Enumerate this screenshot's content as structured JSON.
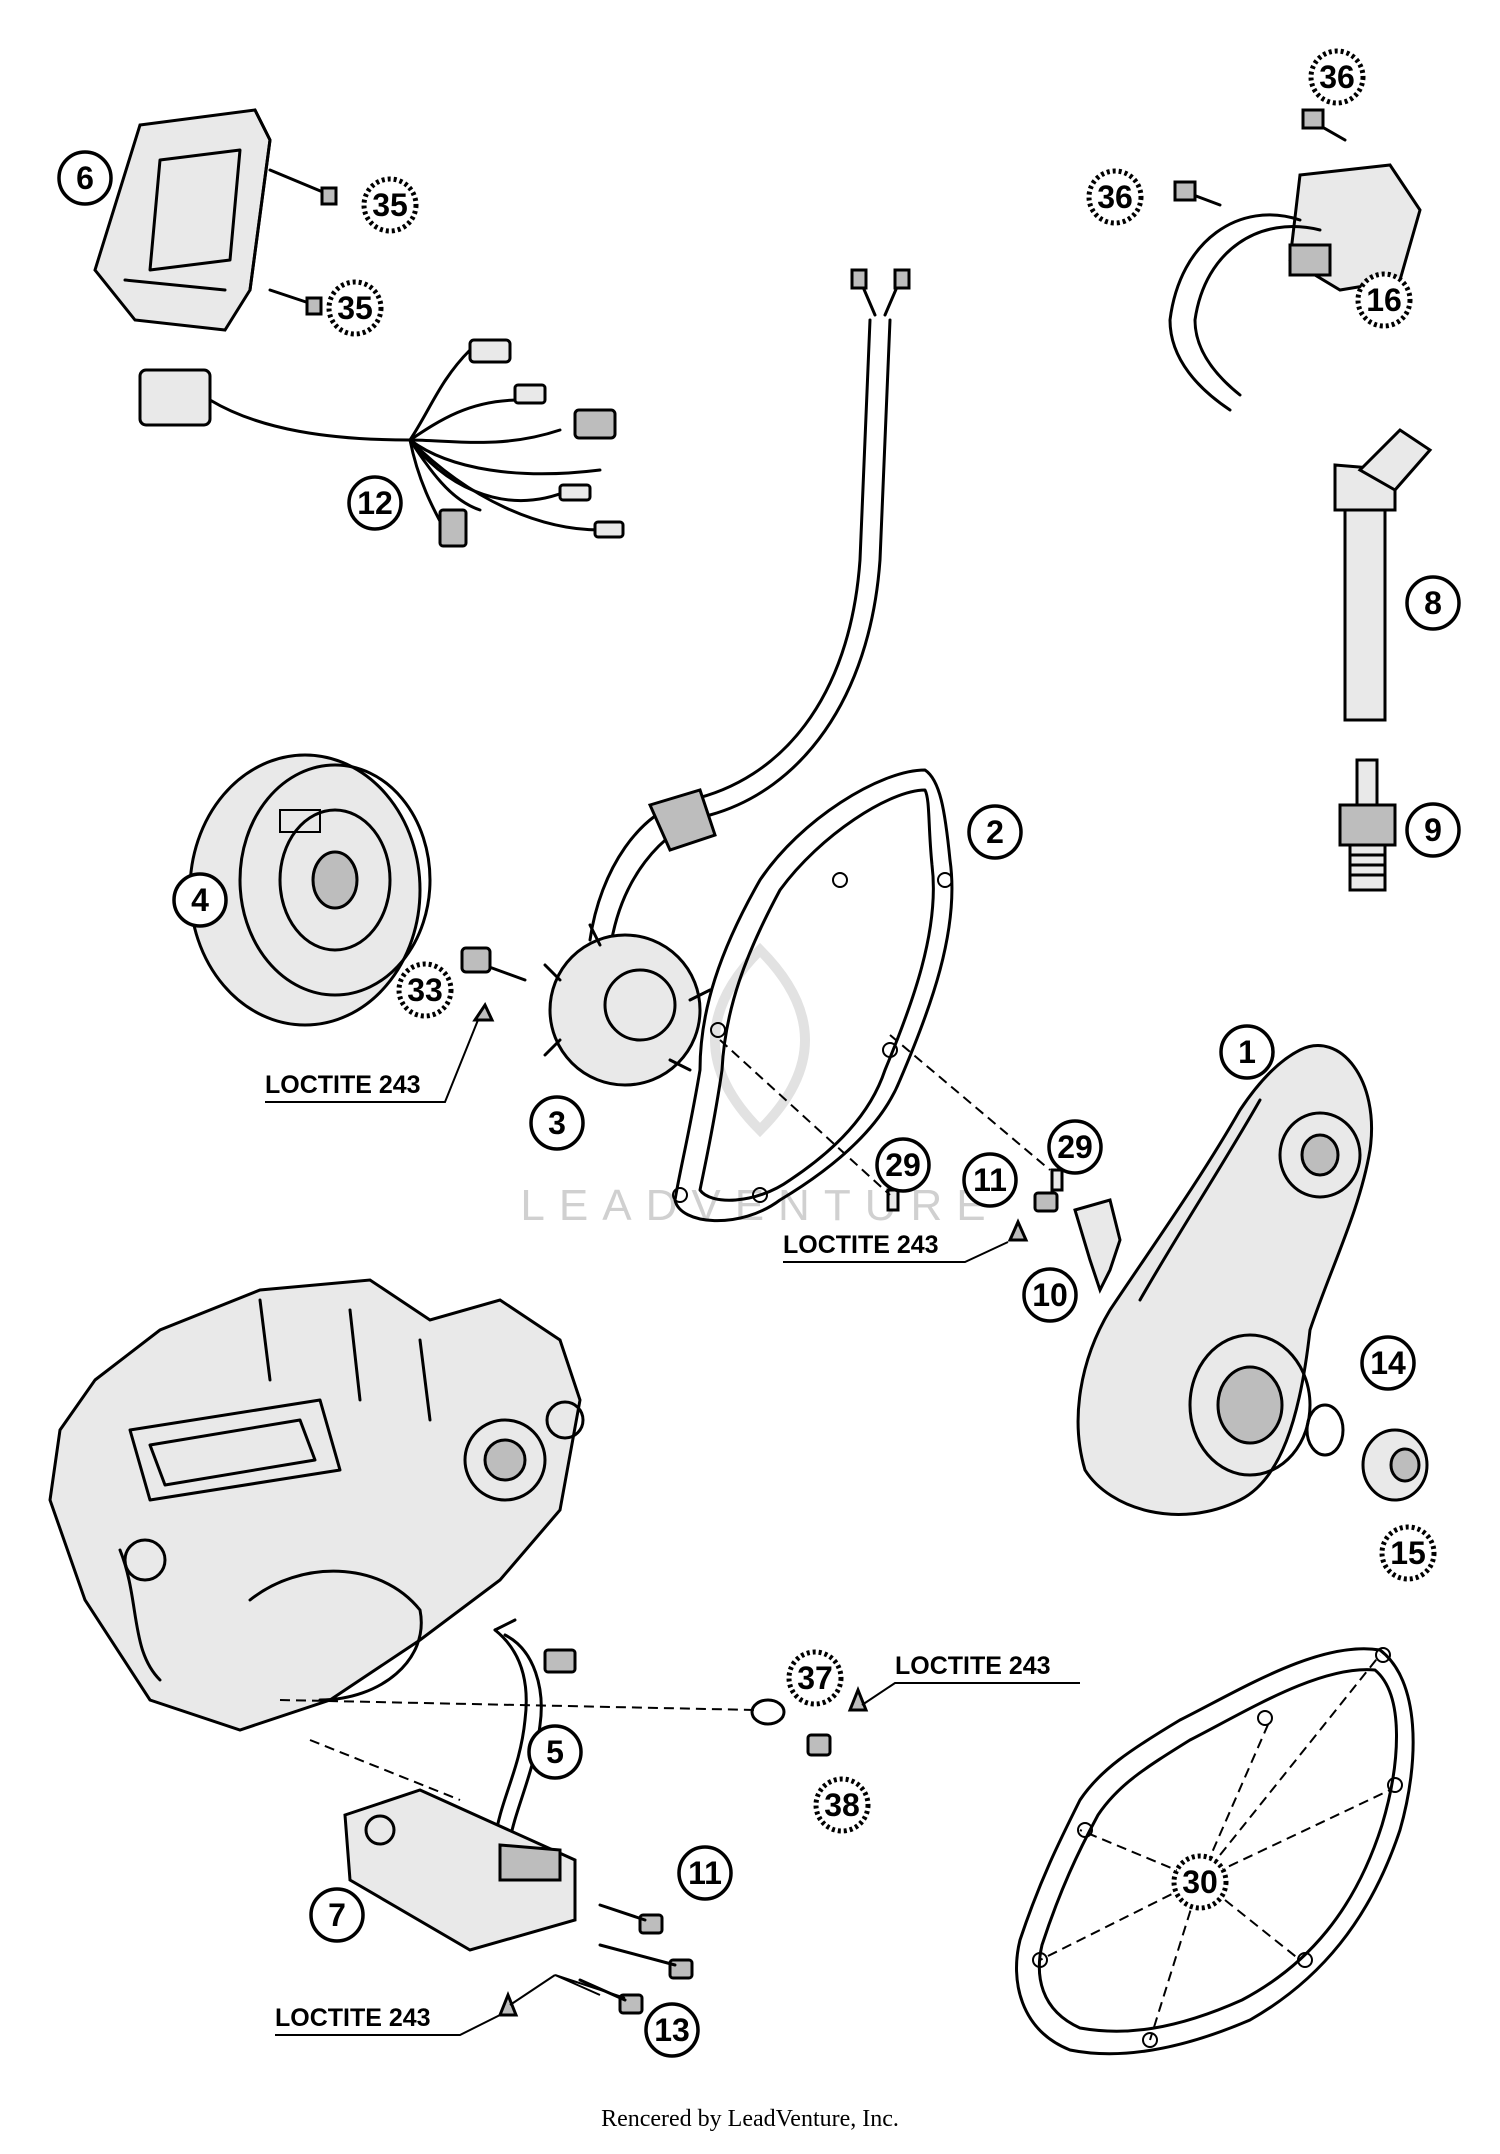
{
  "callouts": {
    "c1": "1",
    "c2": "2",
    "c3": "3",
    "c4": "4",
    "c5": "5",
    "c6": "6",
    "c7": "7",
    "c8": "8",
    "c9": "9",
    "c10": "10",
    "c11a": "11",
    "c11b": "11",
    "c12": "12",
    "c13": "13",
    "c14": "14",
    "c15": "15",
    "c16": "16",
    "c29a": "29",
    "c29b": "29",
    "c30": "30",
    "c33": "33",
    "c35a": "35",
    "c35b": "35",
    "c36a": "36",
    "c36b": "36",
    "c37": "37",
    "c38": "38"
  },
  "notes": {
    "loctite_1": "LOCTITE 243",
    "loctite_2": "LOCTITE 243",
    "loctite_3": "LOCTITE 243",
    "loctite_4": "LOCTITE 243"
  },
  "watermark": "LEADVENTURE",
  "footer": "Rencered by LeadVenture, Inc."
}
